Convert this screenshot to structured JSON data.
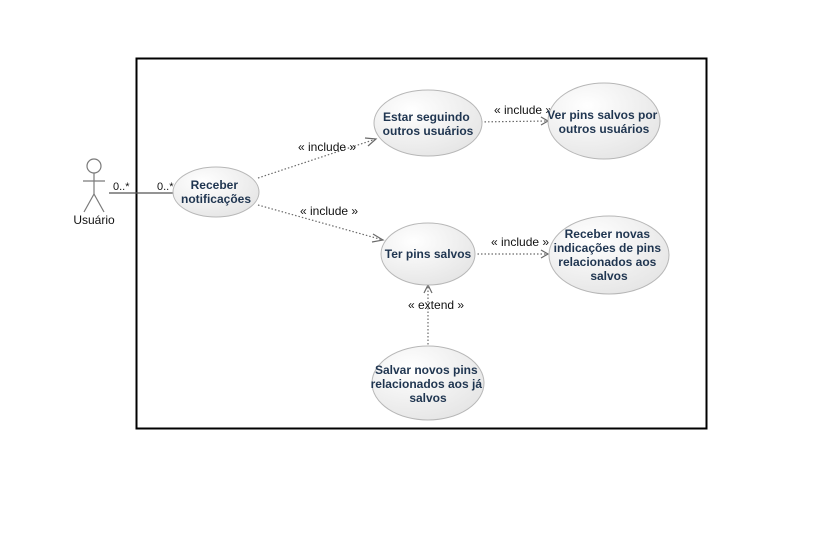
{
  "actor": {
    "name": "Usuário"
  },
  "multiplicity": {
    "actor_end": "0..*",
    "usecase_end": "0..*"
  },
  "use_cases": {
    "receber_notificacoes": [
      "Receber",
      "notificações"
    ],
    "estar_seguindo": [
      "Estar seguindo",
      "outros usuários"
    ],
    "ver_pins_salvos": [
      "Ver pins salvos por",
      "outros usuários"
    ],
    "ter_pins_salvos": [
      "Ter pins salvos"
    ],
    "receber_novas_indicacoes": [
      "Receber novas",
      "indicações de pins",
      "relacionados aos",
      "salvos"
    ],
    "salvar_novos_pins": [
      "Salvar novos pins",
      "relacionados aos já",
      "salvos"
    ]
  },
  "relations": {
    "include_1": "« include »",
    "include_2": "« include »",
    "include_3": "« include »",
    "include_4": "« include »",
    "extend_1": "« extend »"
  },
  "colors": {
    "usecase_fill_light": "#ffffff",
    "usecase_fill_dark": "#e6e6e6",
    "usecase_text": "#1f3550",
    "boundary": "#000000"
  }
}
